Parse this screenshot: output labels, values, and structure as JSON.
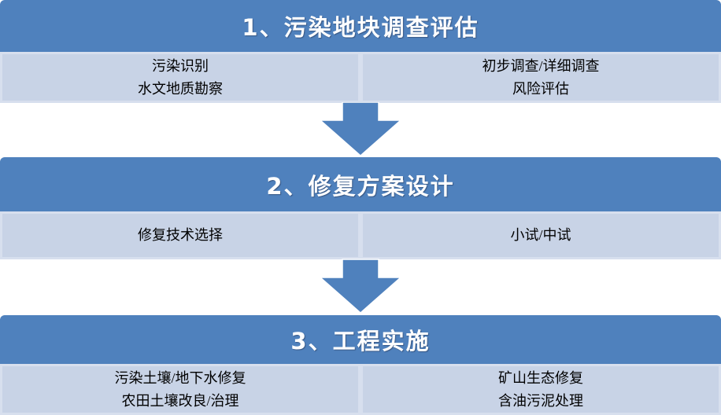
{
  "colors": {
    "header_blue": "#4F81BD",
    "arrow_blue": "#4F81BD",
    "cell_fill": "#C8D3E6",
    "cell_border": "#D7DFEE",
    "header_text": "#FFFFFF",
    "cell_text": "#000000",
    "page_bg": "#FFFFFF"
  },
  "stages": [
    {
      "title": "1、污染地块调查评估",
      "left_items": [
        "污染识别",
        "水文地质勘察"
      ],
      "right_items": [
        "初步调查/详细调查",
        "风险评估"
      ]
    },
    {
      "title": "2、修复方案设计",
      "left_items": [
        "修复技术选择"
      ],
      "right_items": [
        "小试/中试"
      ]
    },
    {
      "title": "3、工程实施",
      "left_items": [
        "污染土壤/地下水修复",
        "农田土壤改良/治理"
      ],
      "right_items": [
        "矿山生态修复",
        "含油污泥处理"
      ]
    }
  ],
  "icons": {
    "down_arrow": "down-arrow"
  }
}
